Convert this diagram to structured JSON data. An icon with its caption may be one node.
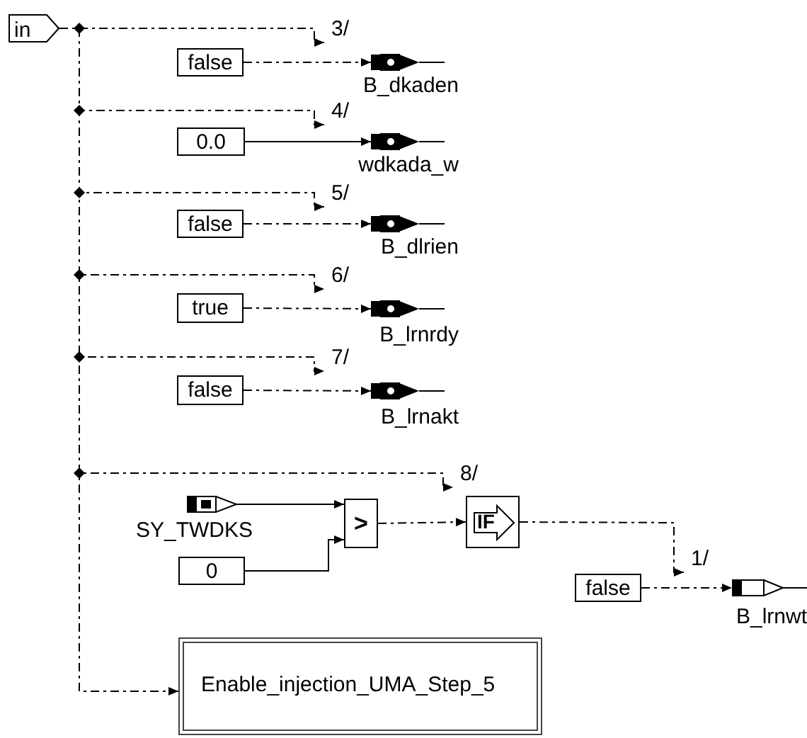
{
  "diagram": {
    "nodes": [
      {
        "text": [
          "in"
        ]
      },
      {
        "text": [
          "false"
        ]
      },
      {
        "text": [
          "B_dkaden"
        ]
      },
      {
        "text": [
          "0.0"
        ]
      },
      {
        "text": [
          "wdkada_w"
        ]
      },
      {
        "text": [
          "false"
        ]
      },
      {
        "text": [
          "B_dlrien"
        ]
      },
      {
        "text": [
          "true"
        ]
      },
      {
        "text": [
          "B_lrnrdy"
        ]
      },
      {
        "text": [
          "false"
        ]
      },
      {
        "text": [
          "B_lrnakt"
        ]
      },
      {
        "text": [
          "SY_TWDKS"
        ]
      },
      {
        "text": [
          "0"
        ]
      },
      {
        "text": [
          ">"
        ]
      },
      {
        "text": [
          "IF"
        ]
      },
      {
        "text": [
          "false"
        ]
      },
      {
        "text": [
          "B_lrnwt"
        ]
      },
      {
        "text": [
          "Enable_injection_UMA_Step_5"
        ]
      },
      {
        "text": [
          "3/"
        ]
      },
      {
        "text": [
          "4/"
        ]
      },
      {
        "text": [
          "5/"
        ]
      },
      {
        "text": [
          "6/"
        ]
      },
      {
        "text": [
          "7/"
        ]
      },
      {
        "text": [
          "8/"
        ]
      },
      {
        "text": [
          "1/"
        ]
      }
    ],
    "edges": [
      {
        "from": 0,
        "to": 18,
        "arrow": "to",
        "style": "dashed"
      },
      {
        "from": 1,
        "to": 2,
        "arrow": "to",
        "style": "dashed"
      },
      {
        "from": 0,
        "to": 19,
        "arrow": "to",
        "style": "dashed"
      },
      {
        "from": 3,
        "to": 4,
        "arrow": "to"
      },
      {
        "from": 0,
        "to": 20,
        "arrow": "to",
        "style": "dashed"
      },
      {
        "from": 5,
        "to": 6,
        "arrow": "to",
        "style": "dashed"
      },
      {
        "from": 0,
        "to": 21,
        "arrow": "to",
        "style": "dashed"
      },
      {
        "from": 7,
        "to": 8,
        "arrow": "to",
        "style": "dashed"
      },
      {
        "from": 0,
        "to": 22,
        "arrow": "to",
        "style": "dashed"
      },
      {
        "from": 9,
        "to": 10,
        "arrow": "to",
        "style": "dashed"
      },
      {
        "from": 0,
        "to": 23,
        "arrow": "to",
        "style": "dashed"
      },
      {
        "from": 11,
        "to": 13,
        "arrow": "to"
      },
      {
        "from": 12,
        "to": 13,
        "arrow": "to"
      },
      {
        "from": 13,
        "to": 14,
        "arrow": "to",
        "style": "dashed"
      },
      {
        "from": 14,
        "to": 24,
        "arrow": "to",
        "style": "dashed"
      },
      {
        "from": 15,
        "to": 16,
        "arrow": "to",
        "style": "dashed"
      },
      {
        "from": 0,
        "to": 17,
        "arrow": "to",
        "style": "dashed"
      }
    ]
  }
}
